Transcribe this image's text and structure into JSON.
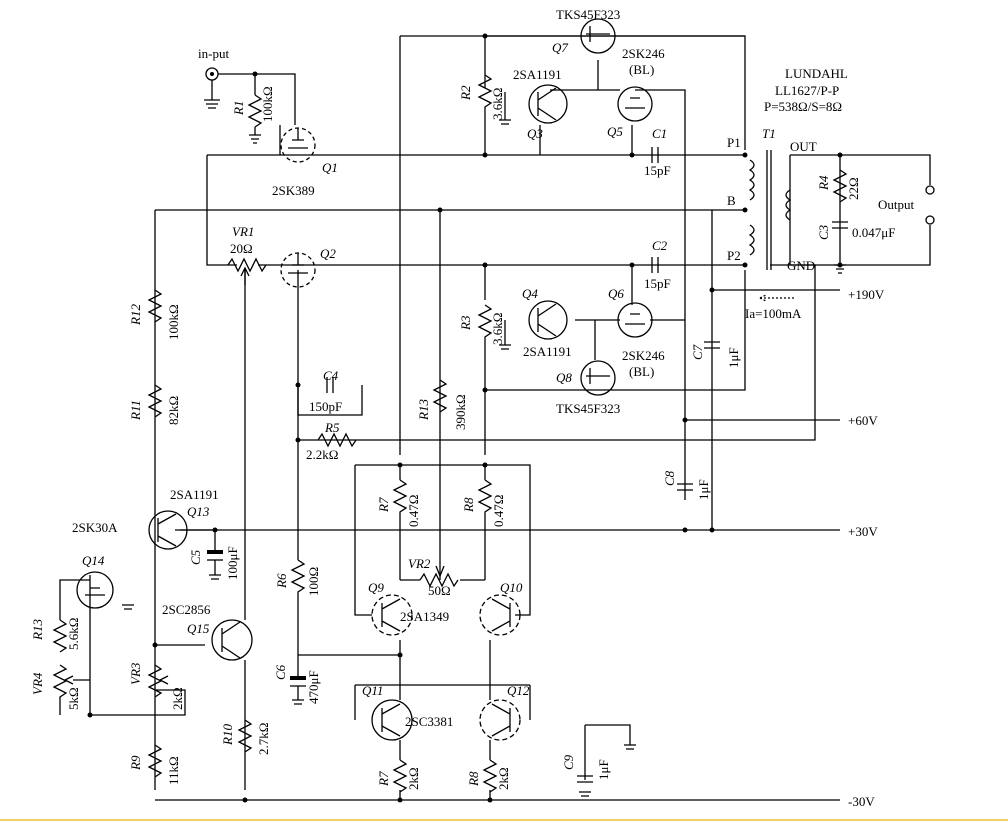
{
  "labels": {
    "input": "in-put",
    "transformer_brand": "LUNDAHL",
    "transformer_model": "LL1627/P-P",
    "transformer_imp": "P=538Ω/S=8Ω",
    "p1": "P1",
    "p2": "P2",
    "b": "B",
    "t1": "T1",
    "out": "OUT",
    "gnd": "GND",
    "output": "Output",
    "rail_190": "+190V",
    "rail_60": "+60V",
    "rail_30": "+30V",
    "rail_m30": "-30V",
    "ia": "Ia=100mA"
  },
  "parts": {
    "q1": {
      "ref": "Q1",
      "type": "2SK389"
    },
    "q2": {
      "ref": "Q2"
    },
    "q3": {
      "ref": "Q3",
      "type": "2SA1191"
    },
    "q4": {
      "ref": "Q4",
      "type": "2SA1191"
    },
    "q5": {
      "ref": "Q5",
      "type": "2SK246",
      "grade": "(BL)"
    },
    "q6": {
      "ref": "Q6",
      "type": "2SK246",
      "grade": "(BL)"
    },
    "q7": {
      "ref": "Q7",
      "type": "TKS45F323"
    },
    "q8": {
      "ref": "Q8",
      "type": "TKS45F323"
    },
    "q9": {
      "ref": "Q9"
    },
    "q10": {
      "ref": "Q10"
    },
    "q9_10_type": "2SA1349",
    "q11": {
      "ref": "Q11"
    },
    "q12": {
      "ref": "Q12"
    },
    "q11_12_type": "2SC3381",
    "q13": {
      "ref": "Q13",
      "type": "2SA1191"
    },
    "q14": {
      "ref": "Q14",
      "type": "2SK30A"
    },
    "q15": {
      "ref": "Q15",
      "type": "2SC2856"
    },
    "r1": {
      "ref": "R1",
      "value": "100kΩ"
    },
    "r2": {
      "ref": "R2",
      "value": "3.6kΩ"
    },
    "r3": {
      "ref": "R3",
      "value": "3.6kΩ"
    },
    "r4": {
      "ref": "R4",
      "value": "22Ω"
    },
    "r5": {
      "ref": "R5",
      "value": "2.2kΩ"
    },
    "r6": {
      "ref": "R6",
      "value": "100Ω"
    },
    "r7": {
      "ref": "R7",
      "value": "0.47Ω"
    },
    "r8": {
      "ref": "R8",
      "value": "0.47Ω"
    },
    "r7b": {
      "ref": "R7",
      "value": "2kΩ"
    },
    "r8b": {
      "ref": "R8",
      "value": "2kΩ"
    },
    "r9": {
      "ref": "R9",
      "value": "11kΩ"
    },
    "r10": {
      "ref": "R10",
      "value": "2.7kΩ"
    },
    "r11": {
      "ref": "R11",
      "value": "82kΩ"
    },
    "r12": {
      "ref": "R12",
      "value": "100kΩ"
    },
    "r13": {
      "ref": "R13",
      "value": "390kΩ"
    },
    "r13b": {
      "ref": "R13",
      "value": "5.6kΩ"
    },
    "vr1": {
      "ref": "VR1",
      "value": "20Ω"
    },
    "vr2": {
      "ref": "VR2",
      "value": "50Ω"
    },
    "vr3": {
      "ref": "VR3",
      "value": "2kΩ"
    },
    "vr4": {
      "ref": "VR4",
      "value": "5kΩ"
    },
    "c1": {
      "ref": "C1",
      "value": "15pF"
    },
    "c2": {
      "ref": "C2",
      "value": "15pF"
    },
    "c3": {
      "ref": "C3",
      "value": "0.047μF"
    },
    "c4": {
      "ref": "C4",
      "value": "150pF"
    },
    "c5": {
      "ref": "C5",
      "value": "100μF"
    },
    "c6": {
      "ref": "C6",
      "value": "470μF"
    },
    "c7": {
      "ref": "C7",
      "value": "1μF"
    },
    "c8": {
      "ref": "C8",
      "value": "1μF"
    },
    "c9": {
      "ref": "C9",
      "value": "1μF"
    }
  }
}
